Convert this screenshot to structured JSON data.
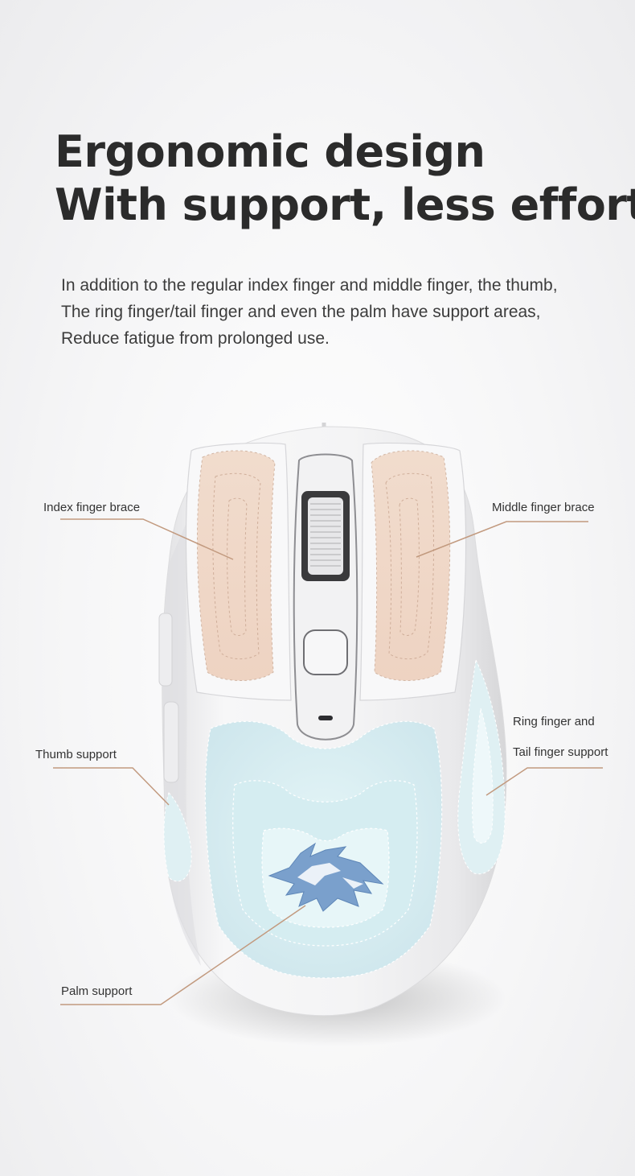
{
  "heading": {
    "line1": "Ergonomic design",
    "line2": "With support, less effort"
  },
  "description": {
    "line1": "In addition to the regular index finger and middle finger, the thumb,",
    "line2": "The ring finger/tail finger and even the palm have support areas,",
    "line3": "Reduce fatigue from prolonged use."
  },
  "callouts": {
    "index_finger": "Index finger brace",
    "middle_finger": "Middle finger brace",
    "ring_finger_line1": "Ring finger and",
    "ring_finger_line2": "Tail finger support",
    "thumb": "Thumb support",
    "palm": "Palm support"
  },
  "product": {
    "icon": "wolf-logo-icon"
  },
  "colors": {
    "heading": "#2b2b2b",
    "body_text": "#3c3c3c",
    "leader_line": "#c29a7f",
    "finger_pad": "#f0d6c6",
    "palm_pad": "#d8eef2",
    "logo": "#6f94c4"
  }
}
